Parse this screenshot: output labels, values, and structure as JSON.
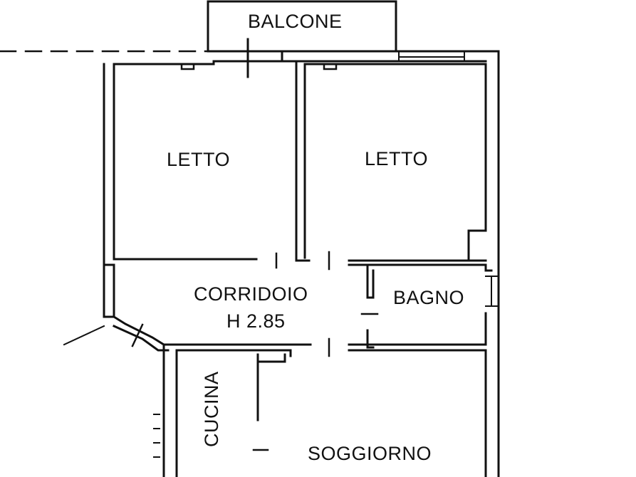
{
  "plan": {
    "rooms": {
      "balcone": "BALCONE",
      "letto_1": "LETTO",
      "letto_2": "LETTO",
      "corridoio": "CORRIDOIO",
      "corridoio_height": "H 2.85",
      "bagno": "BAGNO",
      "cucina": "CUCINA",
      "soggiorno": "SOGGIORNO"
    },
    "colors": {
      "wall": "#111111",
      "background": "#ffffff"
    }
  }
}
